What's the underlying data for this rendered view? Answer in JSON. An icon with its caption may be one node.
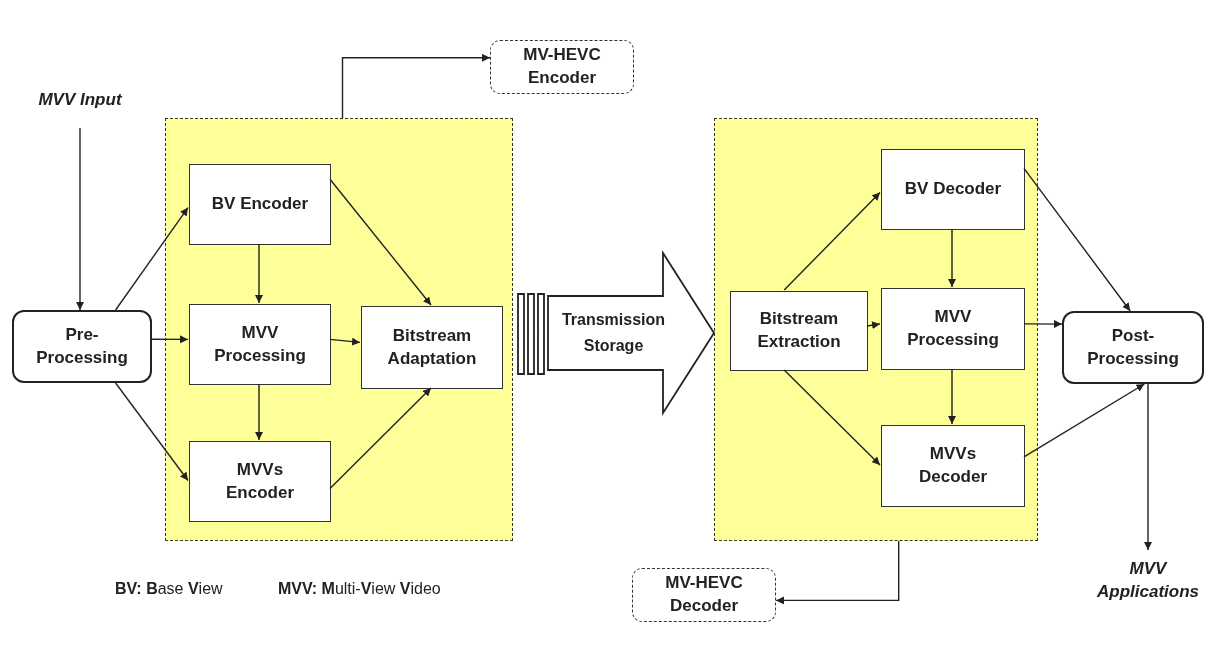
{
  "diagram": {
    "nodes": [
      {
        "text": [
          "MVV Input"
        ]
      },
      {
        "text": [
          "Pre- Processing"
        ]
      },
      {
        "text": [],
        "shape": "box"
      },
      {
        "text": [
          "BV Encoder"
        ],
        "in": 2
      },
      {
        "text": [
          "MVV Processing"
        ],
        "in": 2
      },
      {
        "text": [
          "MVVs Encoder"
        ],
        "in": 2
      },
      {
        "text": [
          "Bitstream Adaptation"
        ],
        "in": 2
      },
      {
        "text": [
          "MV-HEVC Encoder"
        ]
      },
      {
        "text": [],
        "shape": "box"
      },
      {
        "text": [
          "Bitstream Extraction"
        ],
        "in": 8
      },
      {
        "text": [
          "BV Decoder"
        ],
        "in": 8
      },
      {
        "text": [
          "MVV Processing"
        ],
        "in": 8
      },
      {
        "text": [
          "MVVs Decoder"
        ],
        "in": 8
      },
      {
        "text": [
          "Post- Processing"
        ]
      },
      {
        "text": [
          "MV-HEVC Decoder"
        ]
      },
      {
        "text": [
          "MVV Applications"
        ]
      }
    ],
    "edges": [
      {
        "from": 0,
        "to": 1,
        "arrow": "to"
      },
      {
        "from": 1,
        "to": 3,
        "arrow": "to"
      },
      {
        "from": 1,
        "to": 4,
        "arrow": "to"
      },
      {
        "from": 1,
        "to": 5,
        "arrow": "to"
      },
      {
        "from": 3,
        "to": 4,
        "arrow": "to"
      },
      {
        "from": 4,
        "to": 5,
        "arrow": "to"
      },
      {
        "from": 3,
        "to": 6,
        "arrow": "to"
      },
      {
        "from": 4,
        "to": 6,
        "arrow": "to"
      },
      {
        "from": 5,
        "to": 6,
        "arrow": "to"
      },
      {
        "from": 2,
        "to": 7,
        "arrow": "to"
      },
      {
        "from": 2,
        "to": 8,
        "arrow": "to",
        "label": "Transmission Storage",
        "style": "thick"
      },
      {
        "from": 9,
        "to": 10,
        "arrow": "to"
      },
      {
        "from": 9,
        "to": 11,
        "arrow": "to"
      },
      {
        "from": 9,
        "to": 12,
        "arrow": "to"
      },
      {
        "from": 10,
        "to": 11,
        "arrow": "to"
      },
      {
        "from": 11,
        "to": 12,
        "arrow": "to"
      },
      {
        "from": 10,
        "to": 13,
        "arrow": "to"
      },
      {
        "from": 11,
        "to": 13,
        "arrow": "to"
      },
      {
        "from": 12,
        "to": 13,
        "arrow": "to"
      },
      {
        "from": 8,
        "to": 14,
        "arrow": "to"
      },
      {
        "from": 13,
        "to": 15,
        "arrow": "to"
      }
    ],
    "labels": [
      "**BV:** **B**ase **V**iew",
      "**MVV:** **M**ulti-**V**iew **V**ideo"
    ]
  }
}
